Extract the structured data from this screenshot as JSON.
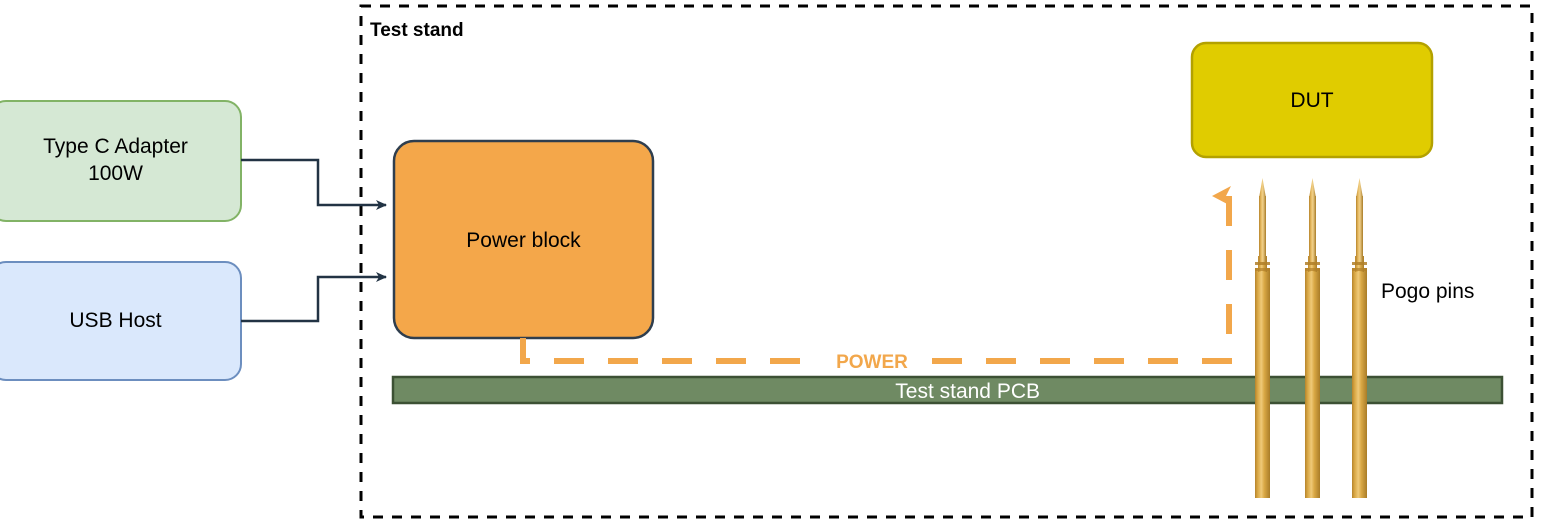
{
  "diagram": {
    "title": "Test stand",
    "blocks": [
      {
        "id": "type-c-adapter",
        "label": "Type C Adapter\n100W",
        "fill": "#D5E8D4",
        "stroke": "#82B366"
      },
      {
        "id": "usb-host",
        "label": "USB Host",
        "fill": "#DAE8FC",
        "stroke": "#6C8EBF"
      },
      {
        "id": "power-block",
        "label": "Power block",
        "fill": "#F5A койка",
        "stroke": "#2F3E4E"
      },
      {
        "id": "dut",
        "label": "DUT",
        "fill": "#E0CC00",
        "stroke": "#B5A500"
      }
    ],
    "power_block_label": "Power block",
    "dut_label": "DUT",
    "type_c_label_line1": "Type C Adapter",
    "type_c_label_line2": "100W",
    "usb_host_label": "USB Host",
    "pcb_label": "Test stand PCB",
    "power_net_label": "POWER",
    "pogo_pins_label": "Pogo pins",
    "colors": {
      "green_fill": "#D5E8D4",
      "green_stroke": "#82B366",
      "blue_fill": "#DAE8FC",
      "blue_stroke": "#6C8EBF",
      "orange_fill": "#F4A74A",
      "orange_stroke": "#2F3E4E",
      "yellow_fill": "#E0CC00",
      "yellow_stroke": "#B3A100",
      "pcb_fill": "#6F8A63",
      "pcb_stroke": "#3C5134",
      "power_dash": "#F2A74B",
      "connector": "#223344",
      "pogo_gold": "#D6A23C",
      "border_dash": "#000000"
    }
  }
}
